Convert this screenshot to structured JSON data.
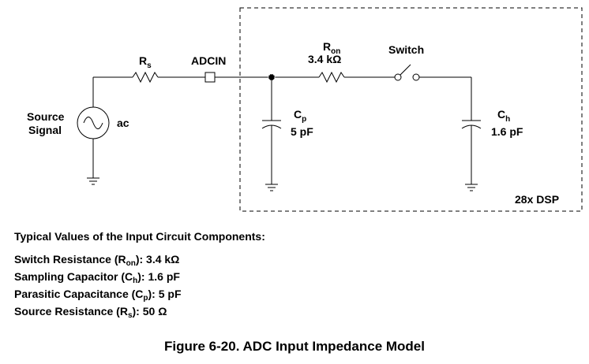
{
  "labels": {
    "source_signal_l1": "Source",
    "source_signal_l2": "Signal",
    "ac": "ac",
    "rs_main": "R",
    "rs_sub": "s",
    "adcin": "ADCIN",
    "ron_main": "R",
    "ron_sub": "on",
    "ron_value": "3.4 kΩ",
    "switch": "Switch",
    "cp_main": "C",
    "cp_sub": "p",
    "cp_value": "5 pF",
    "ch_main": "C",
    "ch_sub": "h",
    "ch_value": "1.6 pF",
    "dsp": "28x DSP"
  },
  "notes": {
    "heading": "Typical Values of the Input Circuit Components:",
    "rows": [
      {
        "pre": "Switch Resistance (R",
        "sub": "on",
        "post": "):  3.4 kΩ"
      },
      {
        "pre": "Sampling Capacitor (C",
        "sub": "h",
        "post": "):  1.6 pF"
      },
      {
        "pre": "Parasitic Capacitance (C",
        "sub": "p",
        "post": "):  5 pF"
      },
      {
        "pre": "Source Resistance (R",
        "sub": "s",
        "post": "):  50 Ω"
      }
    ]
  },
  "caption": "Figure 6-20. ADC Input Impedance Model"
}
